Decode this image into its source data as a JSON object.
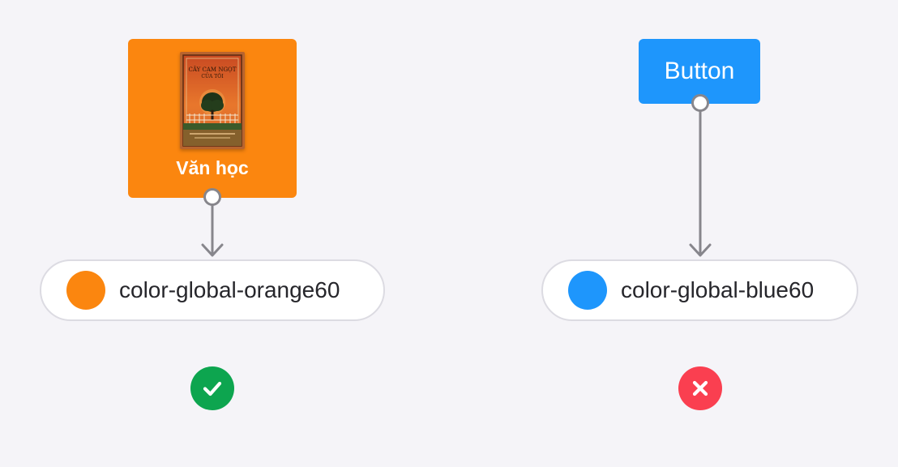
{
  "left_example": {
    "card_label": "Văn học",
    "book_cover_title": "CÂY CAM NGỌT CỦA TÔI",
    "token": {
      "name": "color-global-orange60",
      "swatch_color": "#fb860f"
    },
    "status": "correct",
    "status_icon": "check-icon"
  },
  "right_example": {
    "button_label": "Button",
    "token": {
      "name": "color-global-blue60",
      "swatch_color": "#1e96fc"
    },
    "status": "incorrect",
    "status_icon": "close-icon"
  },
  "colors": {
    "background": "#f5f4f8",
    "connector": "#87868c",
    "success": "#0da54f",
    "error": "#fa3f50"
  }
}
